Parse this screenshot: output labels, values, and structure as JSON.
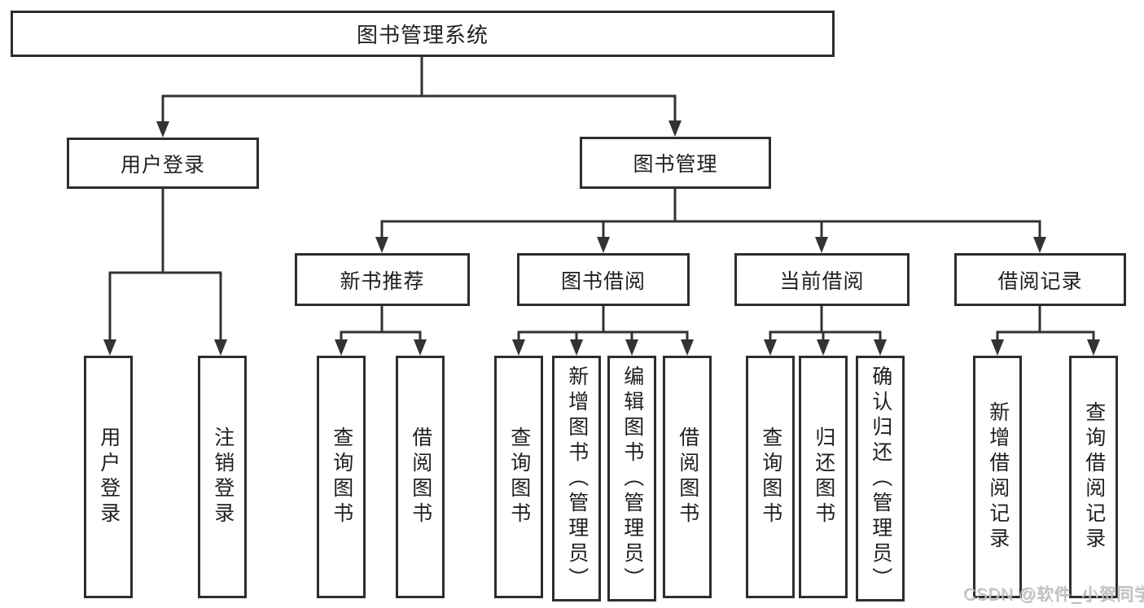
{
  "diagram": {
    "root": {
      "label": "图书管理系统"
    },
    "branches": [
      {
        "label": "用户登录",
        "children": [
          {
            "label": "用户登录"
          },
          {
            "label": "注销登录"
          }
        ]
      },
      {
        "label": "图书管理",
        "children": [
          {
            "label": "新书推荐",
            "children": [
              {
                "label": "查询图书"
              },
              {
                "label": "借阅图书"
              }
            ]
          },
          {
            "label": "图书借阅",
            "children": [
              {
                "label": "查询图书"
              },
              {
                "label": "新增图书（管理员）"
              },
              {
                "label": "编辑图书（管理员）"
              },
              {
                "label": "借阅图书"
              }
            ]
          },
          {
            "label": "当前借阅",
            "children": [
              {
                "label": "查询图书"
              },
              {
                "label": "归还图书"
              },
              {
                "label": "确认归还（管理员）"
              }
            ]
          },
          {
            "label": "借阅记录",
            "children": [
              {
                "label": "新增借阅记录"
              },
              {
                "label": "查询借阅记录"
              }
            ]
          }
        ]
      }
    ]
  },
  "watermark": {
    "text": "CSDN @软件_小贺同学"
  },
  "colors": {
    "line": "#333333",
    "border": "#2d2d2d",
    "text": "#1f1f1f",
    "watermark": "#c8c8c8",
    "background": "#ffffff"
  }
}
